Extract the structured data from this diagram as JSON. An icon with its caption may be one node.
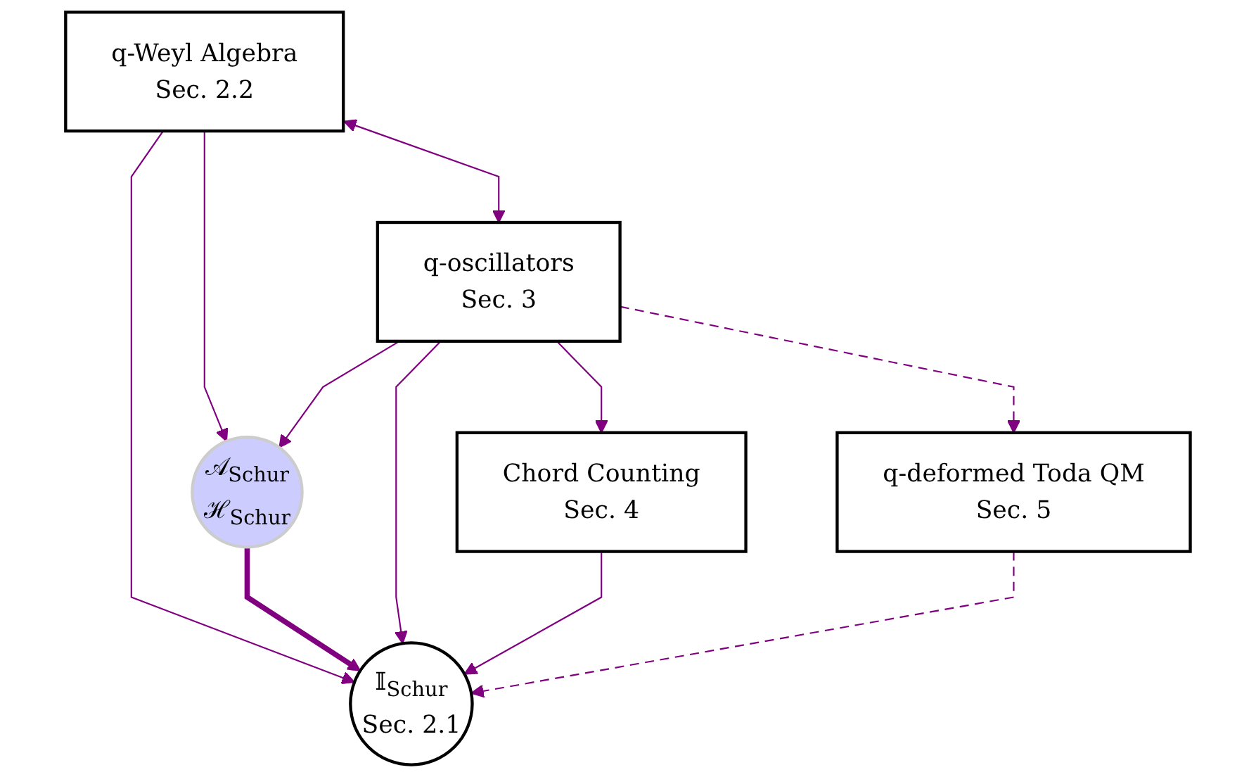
{
  "diagram": {
    "nodes": [
      {
        "text": [
          "q-Weyl Algebra",
          "Sec. 2.2"
        ]
      },
      {
        "text": [
          "q-oscillators",
          "Sec. 3"
        ]
      },
      {
        "text": [
          "𝒜$_{Schur}$",
          "ℋ$_{Schur}$"
        ]
      },
      {
        "text": [
          "Chord Counting",
          "Sec. 4"
        ]
      },
      {
        "text": [
          "q-deformed Toda QM",
          "Sec. 5"
        ]
      },
      {
        "text": [
          "𝕀$_{Schur}$",
          "Sec. 2.1"
        ]
      }
    ],
    "edges": [
      {
        "from": 0,
        "to": 1,
        "arrow": "both"
      },
      {
        "from": 0,
        "to": 2,
        "arrow": "to"
      },
      {
        "from": 1,
        "to": 2,
        "arrow": "to"
      },
      {
        "from": 0,
        "to": 5,
        "arrow": "to"
      },
      {
        "from": 2,
        "to": 5,
        "arrow": "to",
        "style": "thick"
      },
      {
        "from": 1,
        "to": 5,
        "arrow": "to"
      },
      {
        "from": 1,
        "to": 3,
        "arrow": "to"
      },
      {
        "from": 3,
        "to": 5,
        "arrow": "to"
      },
      {
        "from": 1,
        "to": 4,
        "arrow": "to",
        "style": "dashed"
      },
      {
        "from": 4,
        "to": 5,
        "arrow": "to",
        "style": "dashed"
      }
    ]
  }
}
